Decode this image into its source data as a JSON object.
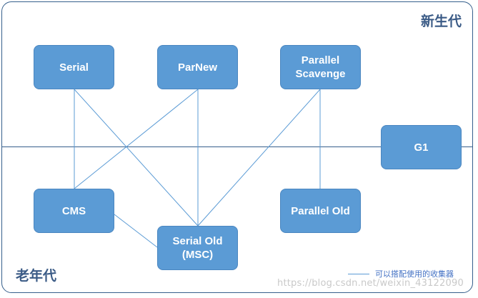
{
  "regions": {
    "young": "新生代",
    "old": "老年代"
  },
  "collectors": {
    "serial": "Serial",
    "parnew": "ParNew",
    "parallel_scavenge": "Parallel\nScavenge",
    "g1": "G1",
    "cms": "CMS",
    "serial_old": "Serial Old\n(MSC)",
    "parallel_old": "Parallel Old"
  },
  "connections": [
    [
      "serial",
      "cms"
    ],
    [
      "serial",
      "serial_old"
    ],
    [
      "parnew",
      "cms"
    ],
    [
      "parnew",
      "serial_old"
    ],
    [
      "parallel_scavenge",
      "serial_old"
    ],
    [
      "parallel_scavenge",
      "parallel_old"
    ],
    [
      "cms",
      "serial_old"
    ]
  ],
  "legend": {
    "label": "可以搭配使用的收集器"
  },
  "watermark": "https://blog.csdn.net/weixin_43122090",
  "colors": {
    "box_fill": "#5b9bd5",
    "line": "#5b9bd5",
    "frame": "#365f8c",
    "region_text": "#3b5b86"
  }
}
